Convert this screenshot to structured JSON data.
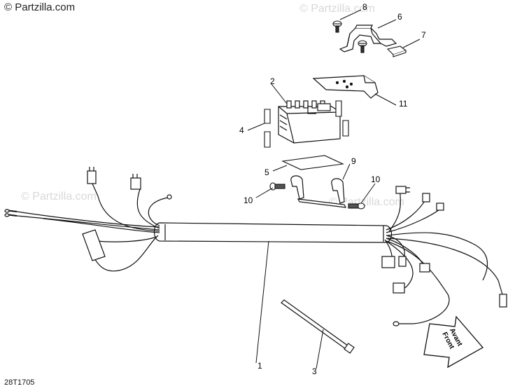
{
  "watermark": {
    "main": "© Partzilla.com",
    "faint": "© Partzilla.com"
  },
  "diagram_code": "28T1705",
  "callouts": {
    "c1": "1",
    "c2": "2",
    "c3": "3",
    "c4": "4",
    "c5": "5",
    "c6": "6",
    "c7": "7",
    "c8": "8",
    "c9": "9",
    "c10a": "10",
    "c10b": "10",
    "c11": "11"
  },
  "front_arrow": {
    "line1": "Front",
    "line2": "Avant"
  }
}
